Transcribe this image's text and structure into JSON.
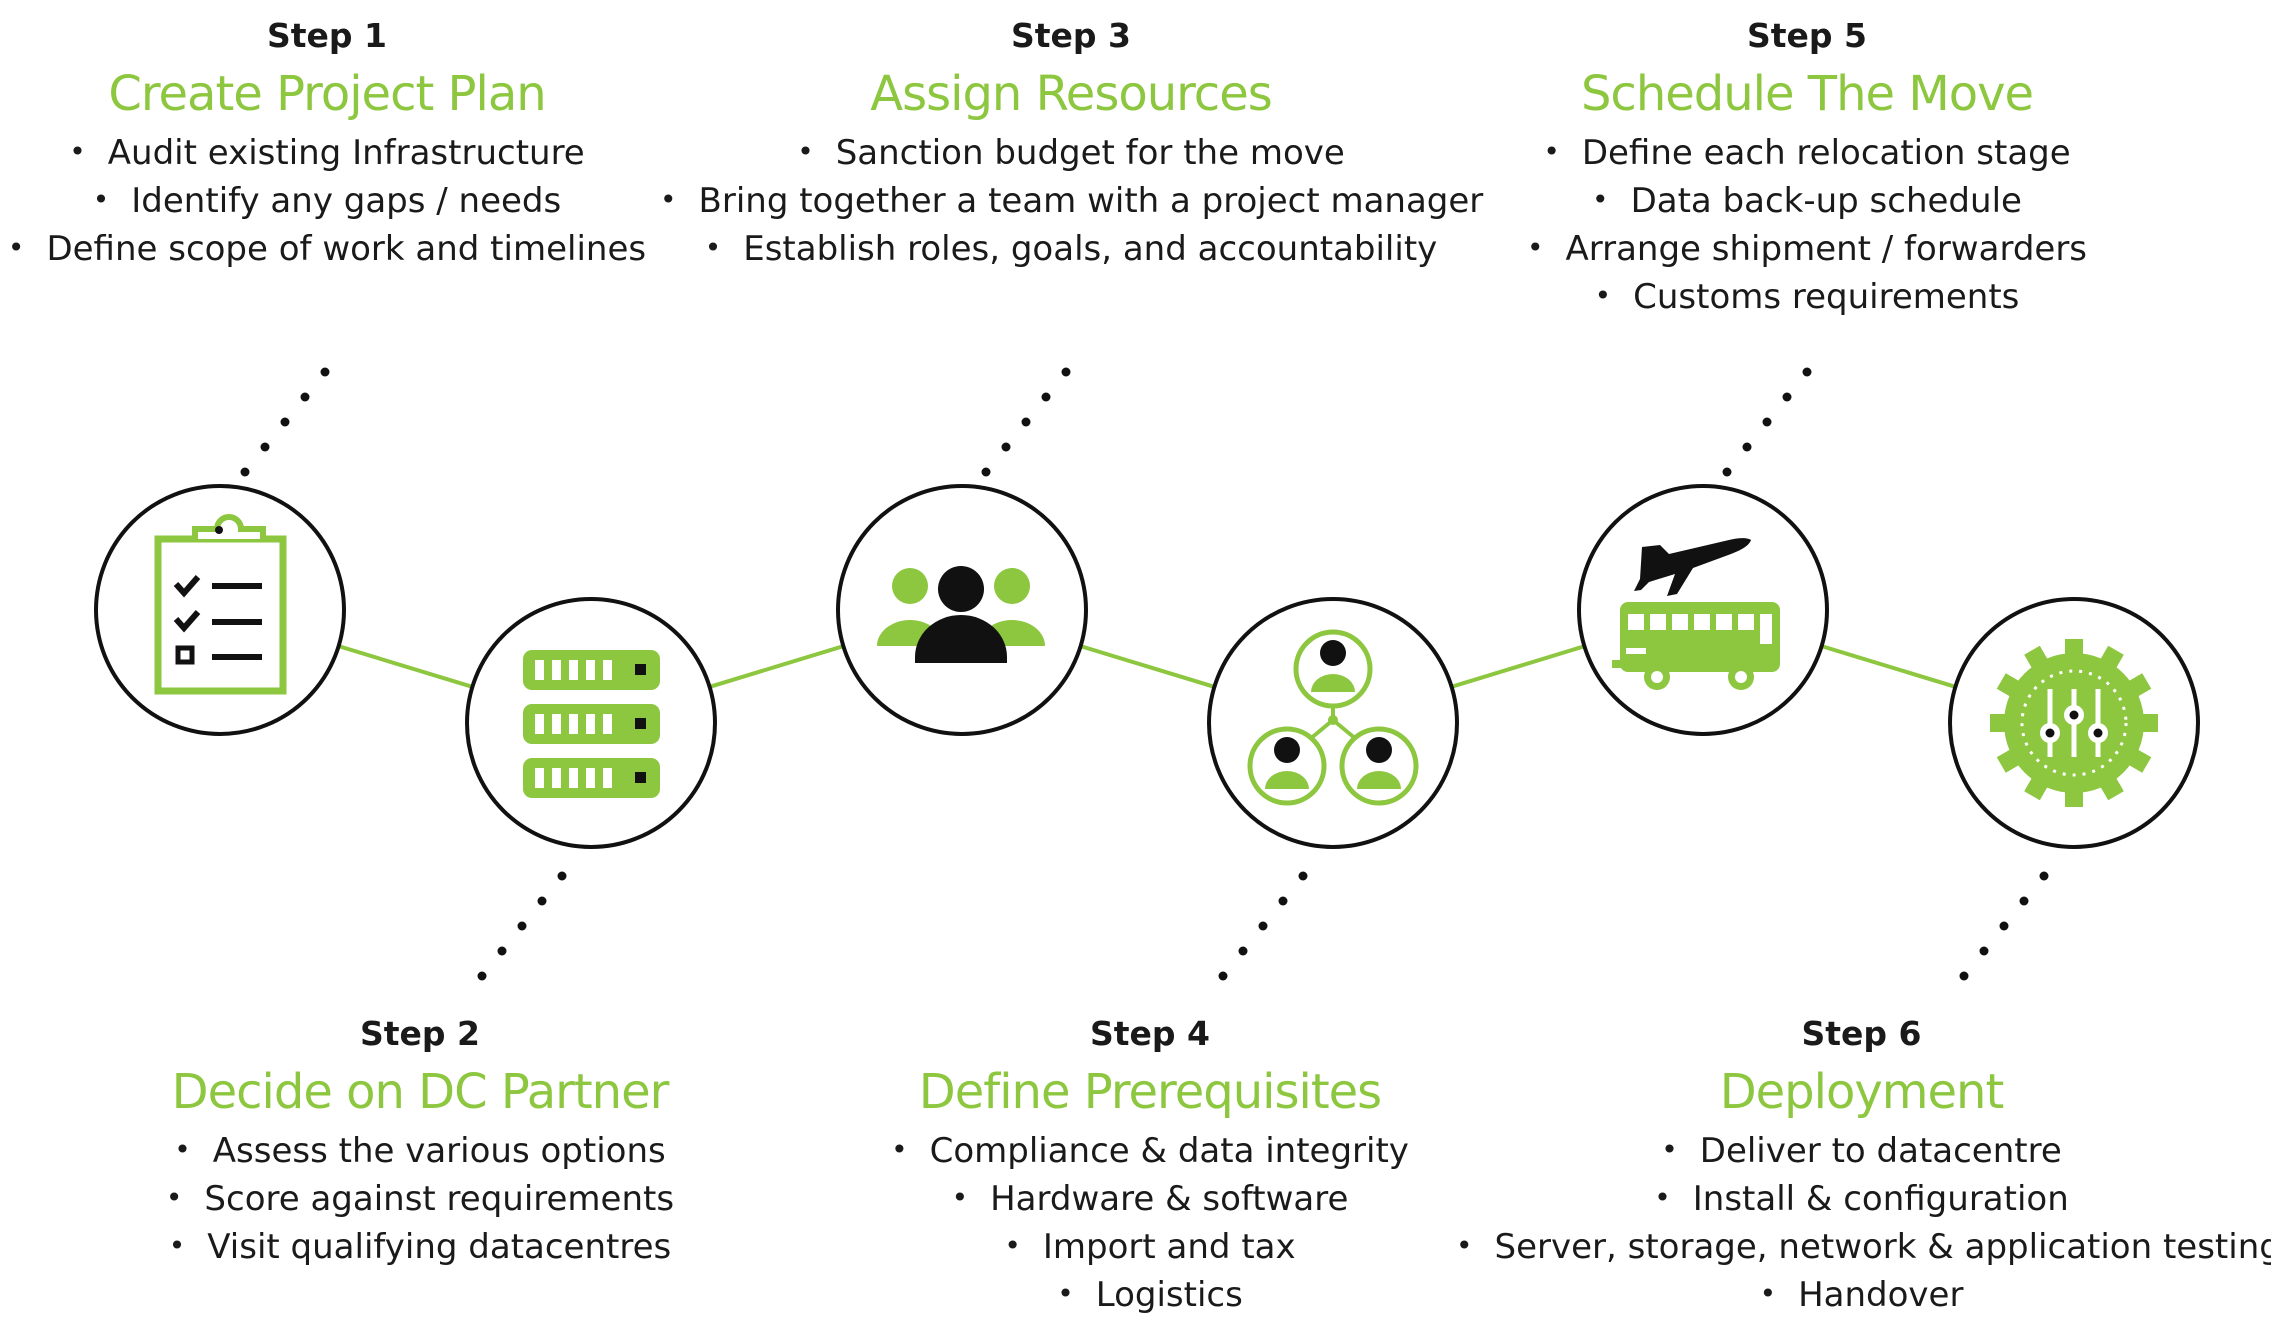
{
  "colors": {
    "accent": "#8dc63f",
    "ink": "#000000",
    "text": "#1a1a1a"
  },
  "steps": [
    {
      "label": "Step 1",
      "title": "Create Project Plan",
      "bullets": [
        "Audit existing Infrastructure",
        "Identify any gaps / needs",
        "Define scope of work and timelines"
      ],
      "icon": "clipboard-checklist-icon"
    },
    {
      "label": "Step 2",
      "title": "Decide on DC Partner",
      "bullets": [
        "Assess the various options",
        "Score against requirements",
        "Visit qualifying datacentres"
      ],
      "icon": "server-rack-icon"
    },
    {
      "label": "Step 3",
      "title": "Assign Resources",
      "bullets": [
        "Sanction budget for the move",
        "Bring together a team with a project manager",
        "Establish roles, goals, and accountability"
      ],
      "icon": "team-group-icon"
    },
    {
      "label": "Step 4",
      "title": "Define Prerequisites",
      "bullets": [
        "Compliance & data integrity",
        "Hardware & software",
        "Import and tax",
        "Logistics"
      ],
      "icon": "connected-people-icon"
    },
    {
      "label": "Step 5",
      "title": "Schedule The Move",
      "bullets": [
        "Define each relocation stage",
        "Data back-up schedule",
        "Arrange shipment / forwarders",
        "Customs requirements"
      ],
      "icon": "plane-and-bus-icon"
    },
    {
      "label": "Step 6",
      "title": "Deployment",
      "bullets": [
        "Deliver to datacentre",
        "Install & configuration",
        "Server, storage, network & application testing",
        "Handover"
      ],
      "icon": "gear-controls-icon"
    }
  ]
}
